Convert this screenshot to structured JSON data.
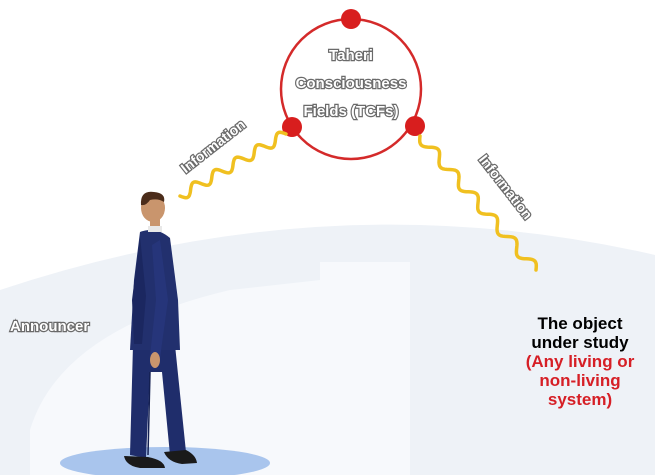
{
  "diagram": {
    "circle_label": [
      "Taheri",
      "Consciousness",
      "Fields (TCFs)"
    ],
    "info_left": "Information",
    "info_right": "Information",
    "announcer": "Announcer",
    "object": {
      "line1": "The object",
      "line2": "under study",
      "sub1": "(Any living or",
      "sub2": "non-living",
      "sub3": "system)"
    }
  },
  "colors": {
    "circle": "#d42a2a",
    "wave": "#f0c020",
    "object_title": "#000000",
    "object_subtitle": "#d61f26",
    "background_arc": "#eef2f7",
    "floor_ellipse": "#8fb3e8",
    "suit": "#1f2d6b"
  },
  "icons": {
    "figure": "announcer-man-icon"
  }
}
